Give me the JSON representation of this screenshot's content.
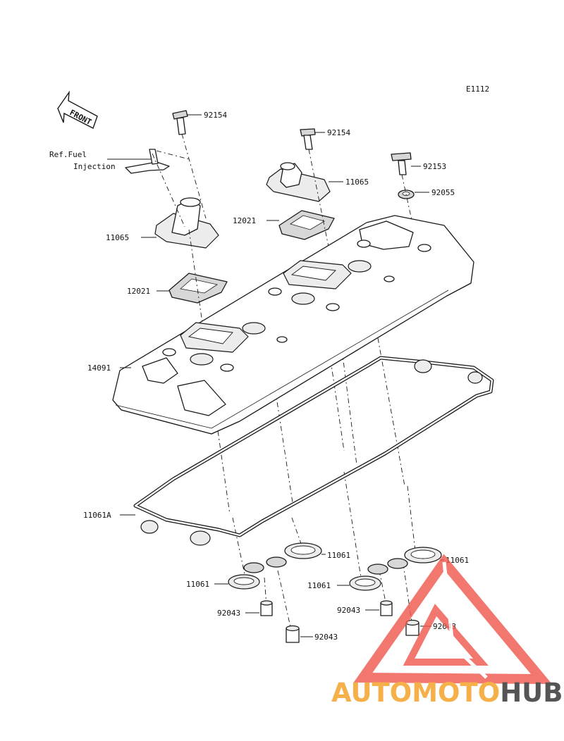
{
  "diagram_code": "E1112",
  "front_label": "FRONT",
  "reference": {
    "line1": "Ref.Fuel",
    "line2": "Injection"
  },
  "part_labels": [
    {
      "id": "bolt-top-left",
      "code": "92154"
    },
    {
      "id": "bolt-top-right",
      "code": "92154"
    },
    {
      "id": "bolt-right",
      "code": "92153"
    },
    {
      "id": "washer-right",
      "code": "92055"
    },
    {
      "id": "cap-right",
      "code": "11065"
    },
    {
      "id": "cap-left",
      "code": "11065"
    },
    {
      "id": "plate-right",
      "code": "12021"
    },
    {
      "id": "plate-left",
      "code": "12021"
    },
    {
      "id": "head-cover",
      "code": "14091"
    },
    {
      "id": "gasket-main",
      "code": "11061A"
    },
    {
      "id": "seal-a",
      "code": "11061"
    },
    {
      "id": "seal-b",
      "code": "11061"
    },
    {
      "id": "seal-c",
      "code": "11061"
    },
    {
      "id": "seal-d",
      "code": "11061"
    },
    {
      "id": "dowel-a",
      "code": "92043"
    },
    {
      "id": "dowel-b",
      "code": "92043"
    },
    {
      "id": "dowel-c",
      "code": "92043"
    },
    {
      "id": "dowel-d",
      "code": "92043"
    }
  ],
  "watermark": {
    "part1": "AUTOMOTO",
    "part2": "HUB",
    "color_primary": "#f05a4f",
    "color_accent": "#f6b04a",
    "color_dark": "#555555"
  }
}
